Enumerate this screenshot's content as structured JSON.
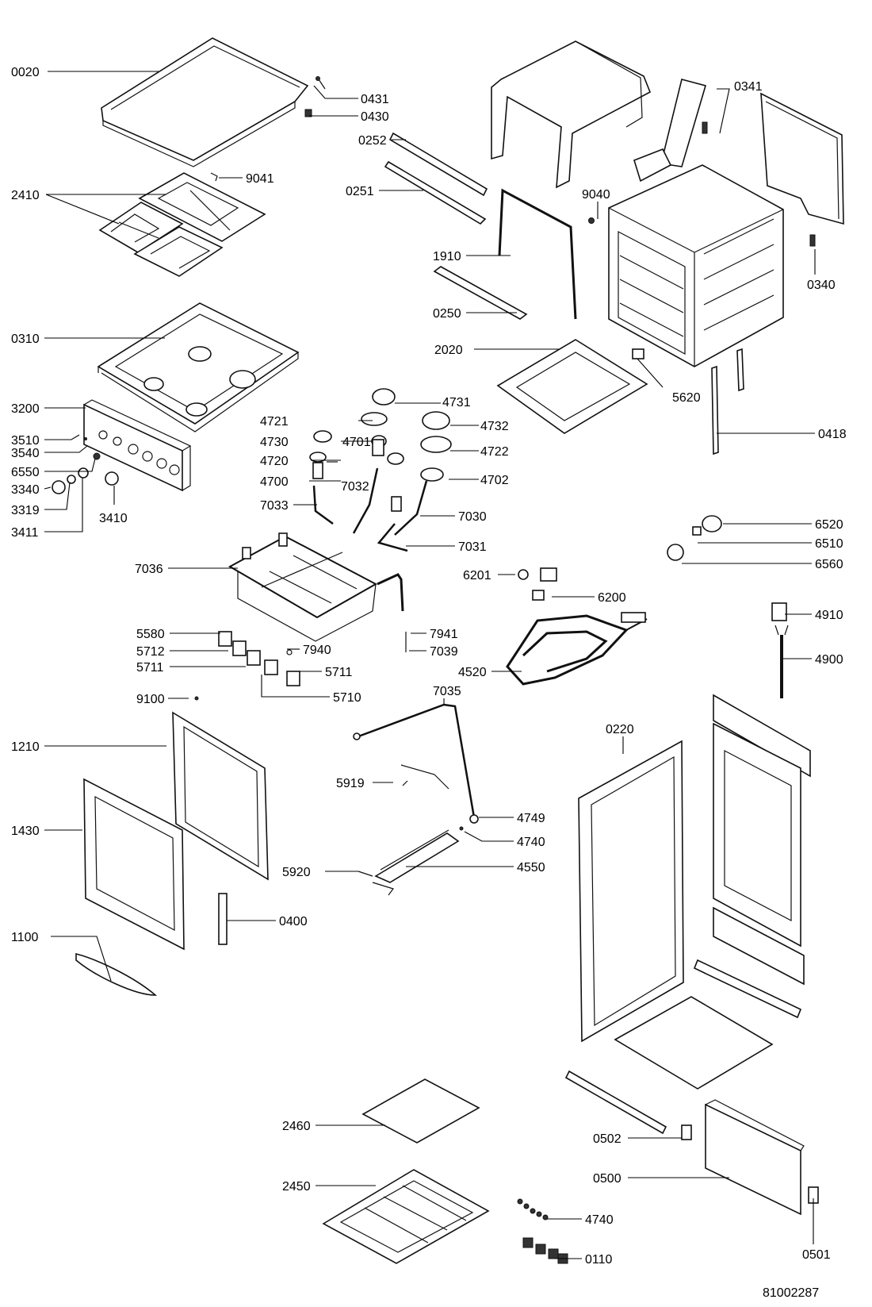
{
  "document_code": "81002287",
  "callouts": [
    {
      "id": "0020",
      "label": "0020"
    },
    {
      "id": "0431",
      "label": "0431"
    },
    {
      "id": "0430",
      "label": "0430"
    },
    {
      "id": "9041",
      "label": "9041"
    },
    {
      "id": "2410",
      "label": "2410"
    },
    {
      "id": "0310",
      "label": "0310"
    },
    {
      "id": "3200",
      "label": "3200"
    },
    {
      "id": "3510",
      "label": "3510"
    },
    {
      "id": "3540",
      "label": "3540"
    },
    {
      "id": "6550",
      "label": "6550"
    },
    {
      "id": "3340",
      "label": "3340"
    },
    {
      "id": "3319",
      "label": "3319"
    },
    {
      "id": "3411",
      "label": "3411"
    },
    {
      "id": "3410",
      "label": "3410"
    },
    {
      "id": "0252",
      "label": "0252"
    },
    {
      "id": "0251",
      "label": "0251"
    },
    {
      "id": "1910",
      "label": "1910"
    },
    {
      "id": "0250",
      "label": "0250"
    },
    {
      "id": "9040",
      "label": "9040"
    },
    {
      "id": "0341",
      "label": "0341"
    },
    {
      "id": "0340",
      "label": "0340"
    },
    {
      "id": "2020",
      "label": "2020"
    },
    {
      "id": "5620",
      "label": "5620"
    },
    {
      "id": "0418",
      "label": "0418"
    },
    {
      "id": "4731",
      "label": "4731"
    },
    {
      "id": "4721",
      "label": "4721"
    },
    {
      "id": "4732",
      "label": "4732"
    },
    {
      "id": "4730",
      "label": "4730"
    },
    {
      "id": "4701",
      "label": "4701"
    },
    {
      "id": "4722",
      "label": "4722"
    },
    {
      "id": "4720",
      "label": "4720"
    },
    {
      "id": "4700",
      "label": "4700"
    },
    {
      "id": "7032",
      "label": "7032"
    },
    {
      "id": "4702",
      "label": "4702"
    },
    {
      "id": "7033",
      "label": "7033"
    },
    {
      "id": "7030",
      "label": "7030"
    },
    {
      "id": "7031",
      "label": "7031"
    },
    {
      "id": "6520",
      "label": "6520"
    },
    {
      "id": "6510",
      "label": "6510"
    },
    {
      "id": "6560",
      "label": "6560"
    },
    {
      "id": "7036",
      "label": "7036"
    },
    {
      "id": "6201",
      "label": "6201"
    },
    {
      "id": "6200",
      "label": "6200"
    },
    {
      "id": "4910",
      "label": "4910"
    },
    {
      "id": "5580",
      "label": "5580"
    },
    {
      "id": "7941",
      "label": "7941"
    },
    {
      "id": "5712",
      "label": "5712"
    },
    {
      "id": "7940",
      "label": "7940"
    },
    {
      "id": "7039",
      "label": "7039"
    },
    {
      "id": "5711a",
      "label": "5711"
    },
    {
      "id": "5711b",
      "label": "5711"
    },
    {
      "id": "4520",
      "label": "4520"
    },
    {
      "id": "4900",
      "label": "4900"
    },
    {
      "id": "7035",
      "label": "7035"
    },
    {
      "id": "5710",
      "label": "5710"
    },
    {
      "id": "9100",
      "label": "9100"
    },
    {
      "id": "0220",
      "label": "0220"
    },
    {
      "id": "1210",
      "label": "1210"
    },
    {
      "id": "5919",
      "label": "5919"
    },
    {
      "id": "4749",
      "label": "4749"
    },
    {
      "id": "1430",
      "label": "1430"
    },
    {
      "id": "4740a",
      "label": "4740"
    },
    {
      "id": "5920",
      "label": "5920"
    },
    {
      "id": "4550",
      "label": "4550"
    },
    {
      "id": "0400",
      "label": "0400"
    },
    {
      "id": "1100",
      "label": "1100"
    },
    {
      "id": "2460",
      "label": "2460"
    },
    {
      "id": "0502",
      "label": "0502"
    },
    {
      "id": "0500",
      "label": "0500"
    },
    {
      "id": "2450",
      "label": "2450"
    },
    {
      "id": "4740b",
      "label": "4740"
    },
    {
      "id": "0501",
      "label": "0501"
    },
    {
      "id": "0110",
      "label": "0110"
    }
  ]
}
